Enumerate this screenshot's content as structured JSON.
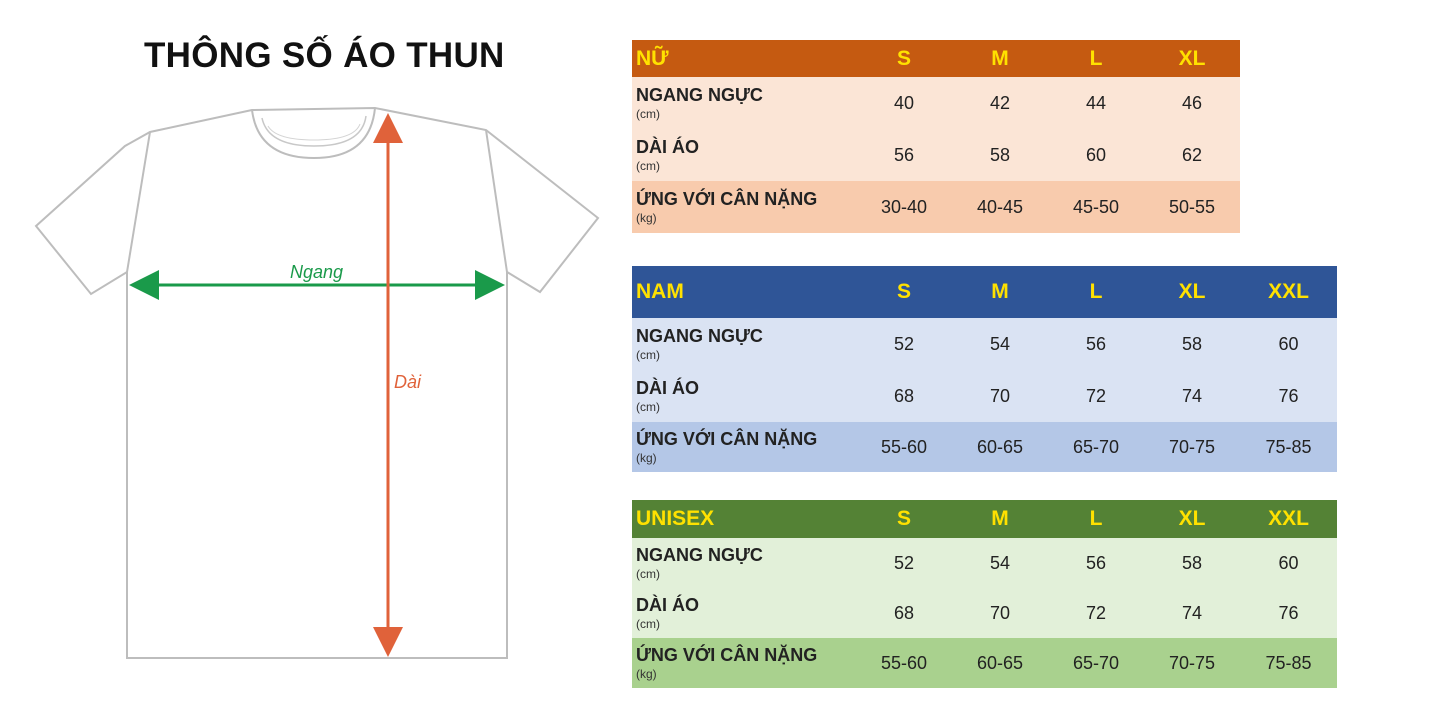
{
  "title": "THÔNG SỐ ÁO THUN",
  "diagram": {
    "width_label": "Ngang",
    "length_label": "Dài",
    "colors": {
      "width_arrow": "#1a9a4a",
      "length_arrow": "#e0623a",
      "outline": "#bdbdbd"
    }
  },
  "tables": {
    "women": {
      "header": "NỮ",
      "sizes": [
        "S",
        "M",
        "L",
        "XL"
      ],
      "rows": [
        {
          "label": "NGANG NGỰC",
          "unit": "(cm)",
          "values": [
            "40",
            "42",
            "44",
            "46"
          ]
        },
        {
          "label": "DÀI ÁO",
          "unit": "(cm)",
          "values": [
            "56",
            "58",
            "60",
            "62"
          ]
        },
        {
          "label": "ỨNG VỚI CÂN NẶNG",
          "unit": "(kg)",
          "values": [
            "30-40",
            "40-45",
            "45-50",
            "50-55"
          ]
        }
      ],
      "colors": {
        "header": "#c55a11",
        "body": "#fbe5d6",
        "accent": "#f8cbad"
      }
    },
    "men": {
      "header": "NAM",
      "sizes": [
        "S",
        "M",
        "L",
        "XL",
        "XXL"
      ],
      "rows": [
        {
          "label": "NGANG NGỰC",
          "unit": "(cm)",
          "values": [
            "52",
            "54",
            "56",
            "58",
            "60"
          ]
        },
        {
          "label": "DÀI ÁO",
          "unit": "(cm)",
          "values": [
            "68",
            "70",
            "72",
            "74",
            "76"
          ]
        },
        {
          "label": "ỨNG VỚI CÂN NẶNG",
          "unit": "(kg)",
          "values": [
            "55-60",
            "60-65",
            "65-70",
            "70-75",
            "75-85"
          ]
        }
      ],
      "colors": {
        "header": "#2f5597",
        "body": "#dae3f3",
        "accent": "#b4c7e7"
      }
    },
    "unisex": {
      "header": "UNISEX",
      "sizes": [
        "S",
        "M",
        "L",
        "XL",
        "XXL"
      ],
      "rows": [
        {
          "label": "NGANG NGỰC",
          "unit": "(cm)",
          "values": [
            "52",
            "54",
            "56",
            "58",
            "60"
          ]
        },
        {
          "label": "DÀI ÁO",
          "unit": "(cm)",
          "values": [
            "68",
            "70",
            "72",
            "74",
            "76"
          ]
        },
        {
          "label": "ỨNG VỚI CÂN NẶNG",
          "unit": "(kg)",
          "values": [
            "55-60",
            "60-65",
            "65-70",
            "70-75",
            "75-85"
          ]
        }
      ],
      "colors": {
        "header": "#548235",
        "body": "#e2f0d9",
        "accent": "#a9d18e"
      }
    }
  }
}
